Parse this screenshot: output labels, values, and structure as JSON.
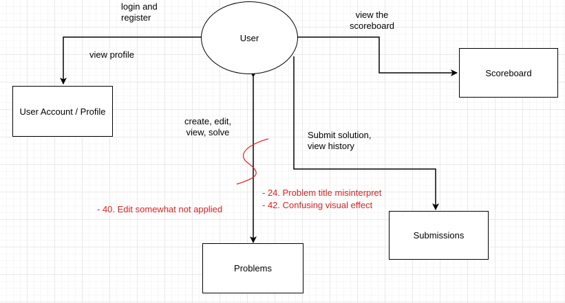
{
  "nodes": {
    "user": "User",
    "profile": "User Account / Profile",
    "scoreboard": "Scoreboard",
    "submissions": "Submissions",
    "problems": "Problems"
  },
  "edges": {
    "login": "login and\nregister",
    "view_profile": "view profile",
    "view_scoreboard": "view the\nscoreboard",
    "problems": "create, edit,\nview, solve",
    "submissions": "Submit solution,\nview history"
  },
  "annotations": {
    "color": "#e02020",
    "items": [
      "- 24. Problem title misinterpret",
      "- 42. Confusing visual effect",
      "- 40. Edit somewhat not applied"
    ]
  }
}
